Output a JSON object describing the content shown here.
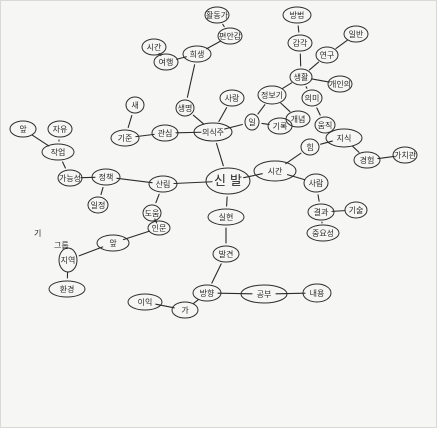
{
  "center": "신 발",
  "nodes": {
    "c1": "산림",
    "c2": "도움",
    "c3": "인문",
    "c4": "앞",
    "l1": "지역",
    "l2": "환경",
    "p1": "정책",
    "p2": "일정",
    "p3": "가능성",
    "p4": "작업",
    "p5": "자유",
    "p6": "앞",
    "o1": "의식주",
    "o2": "사랑",
    "o3": "생명",
    "o4": "관심",
    "o5": "기준",
    "o6": "새",
    "o7": "일",
    "o8": "기록",
    "r1": "활동가",
    "r2": "편안감",
    "r3": "희생",
    "r4": "여행",
    "r5": "시간",
    "d1": "방법",
    "d2": "감각",
    "d3": "연구",
    "d4": "일반",
    "q1": "정보기",
    "q2": "생활",
    "q3": "의미",
    "q4": "개인의",
    "q5": "움직",
    "q6": "개념",
    "e1": "지식",
    "e2": "힘",
    "e3": "경험",
    "e4": "가치관",
    "e5": "시간",
    "f1": "사람",
    "f2": "결과",
    "f3": "기술",
    "f4": "중요성",
    "g1": "실현",
    "g2": "발견",
    "g3": "방향",
    "g4": "가",
    "g5": "이익",
    "h1": "공부",
    "h2": "내용"
  },
  "free_labels": [
    "기",
    "그룹"
  ]
}
